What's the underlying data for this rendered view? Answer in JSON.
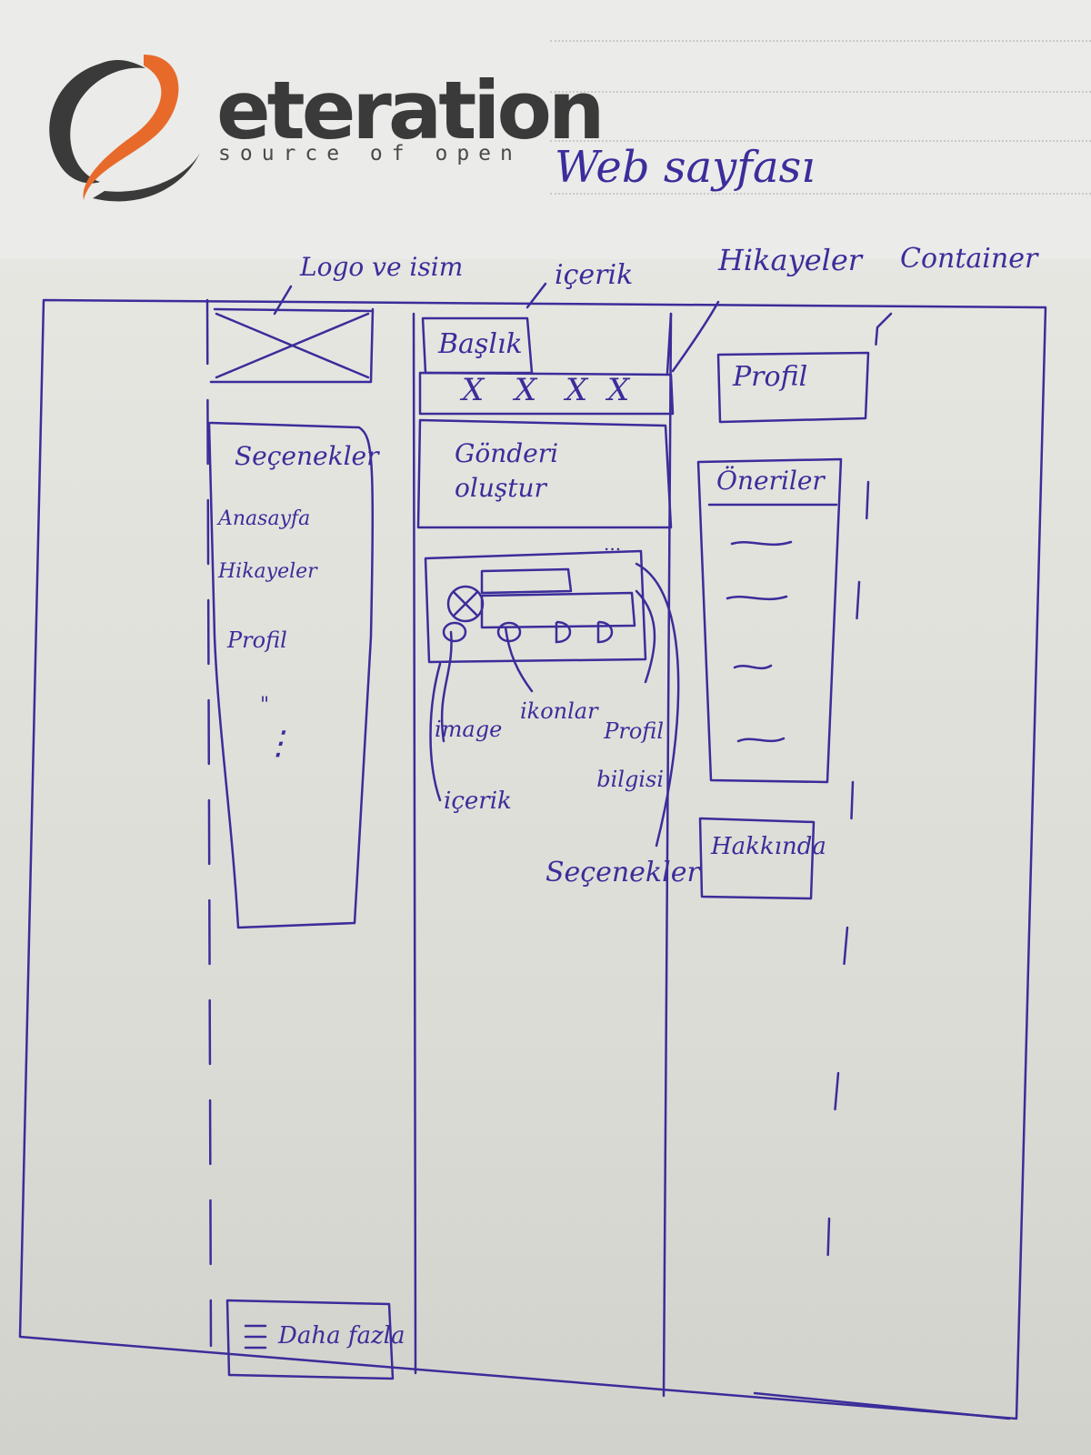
{
  "brand": {
    "name": "eteration",
    "tagline": "source of open",
    "colors": {
      "orange": "#e86a2a",
      "dark": "#3a3a3a"
    }
  },
  "sketch": {
    "title": "Web sayfası",
    "ink_color": "#3b2d9a",
    "annotations": {
      "logo": "Logo ve isim",
      "content": "içerik",
      "stories": "Hikayeler",
      "container": "Container"
    },
    "left_column": {
      "logo_placeholder": "image-placeholder",
      "menu_title": "Seçenekler",
      "menu_items": [
        "Anasayfa",
        "Hikayeler",
        "Profil"
      ],
      "more": [
        "\"",
        "⋮"
      ],
      "bottom_button": "Daha fazla"
    },
    "middle_column": {
      "title_box": "Başlık",
      "stories_row": [
        "X",
        "X",
        "X",
        "X"
      ],
      "post_create": "Gönderi oluştur",
      "post_menu": "...",
      "post_labels": {
        "image": "image",
        "icons": "ikonlar",
        "profile_info": "Profil bilgisi",
        "content": "içerik",
        "options": "Seçenekler"
      }
    },
    "right_column": {
      "profile": "Profil",
      "suggestions_title": "Öneriler",
      "about": "Hakkında"
    }
  }
}
